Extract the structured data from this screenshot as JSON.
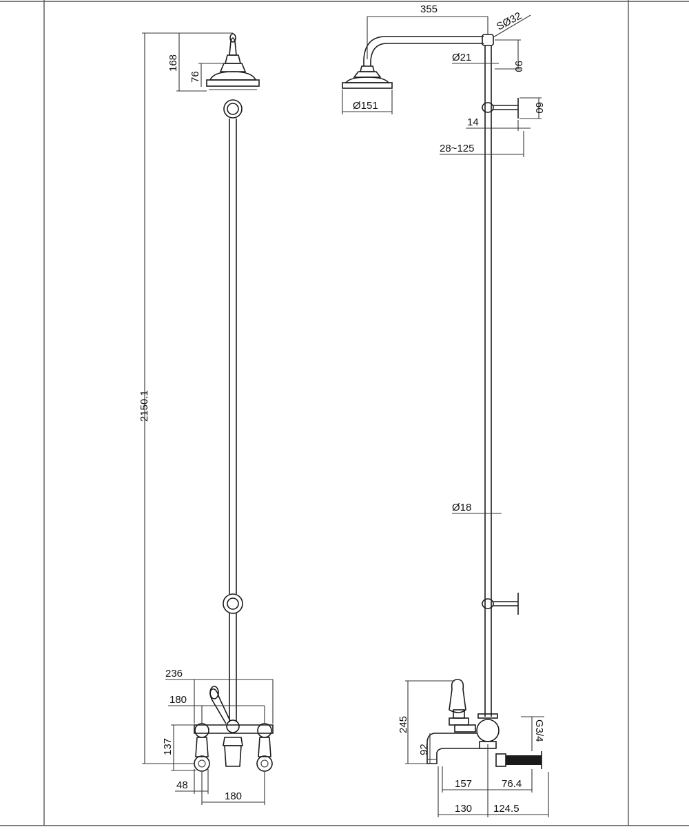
{
  "dimensions": {
    "overall_height": "2150.1",
    "head_total_height": "168",
    "head_height": "76",
    "arm_projection": "355",
    "arm_tube": "SØ32",
    "arm_drop": "90",
    "arm_dia": "Ø21",
    "head_dia": "Ø151",
    "bracket_height": "60",
    "bracket_offset": "14",
    "bracket_adjust": "28~125",
    "riser_dia": "Ø18",
    "mixer_width": "236",
    "handle_centers": "180",
    "mixer_height": "137",
    "outlet_offset": "48",
    "inlet_centers": "180",
    "side_height": "245",
    "spout_height": "92",
    "spout_reach": "157",
    "side_inlet_thread": "G3/4",
    "inlet_depth": "76.4",
    "base_front": "130",
    "base_rear": "124.5"
  },
  "colors": {
    "line": "#1a1a1a",
    "background": "#ffffff",
    "frame": "#555555"
  }
}
